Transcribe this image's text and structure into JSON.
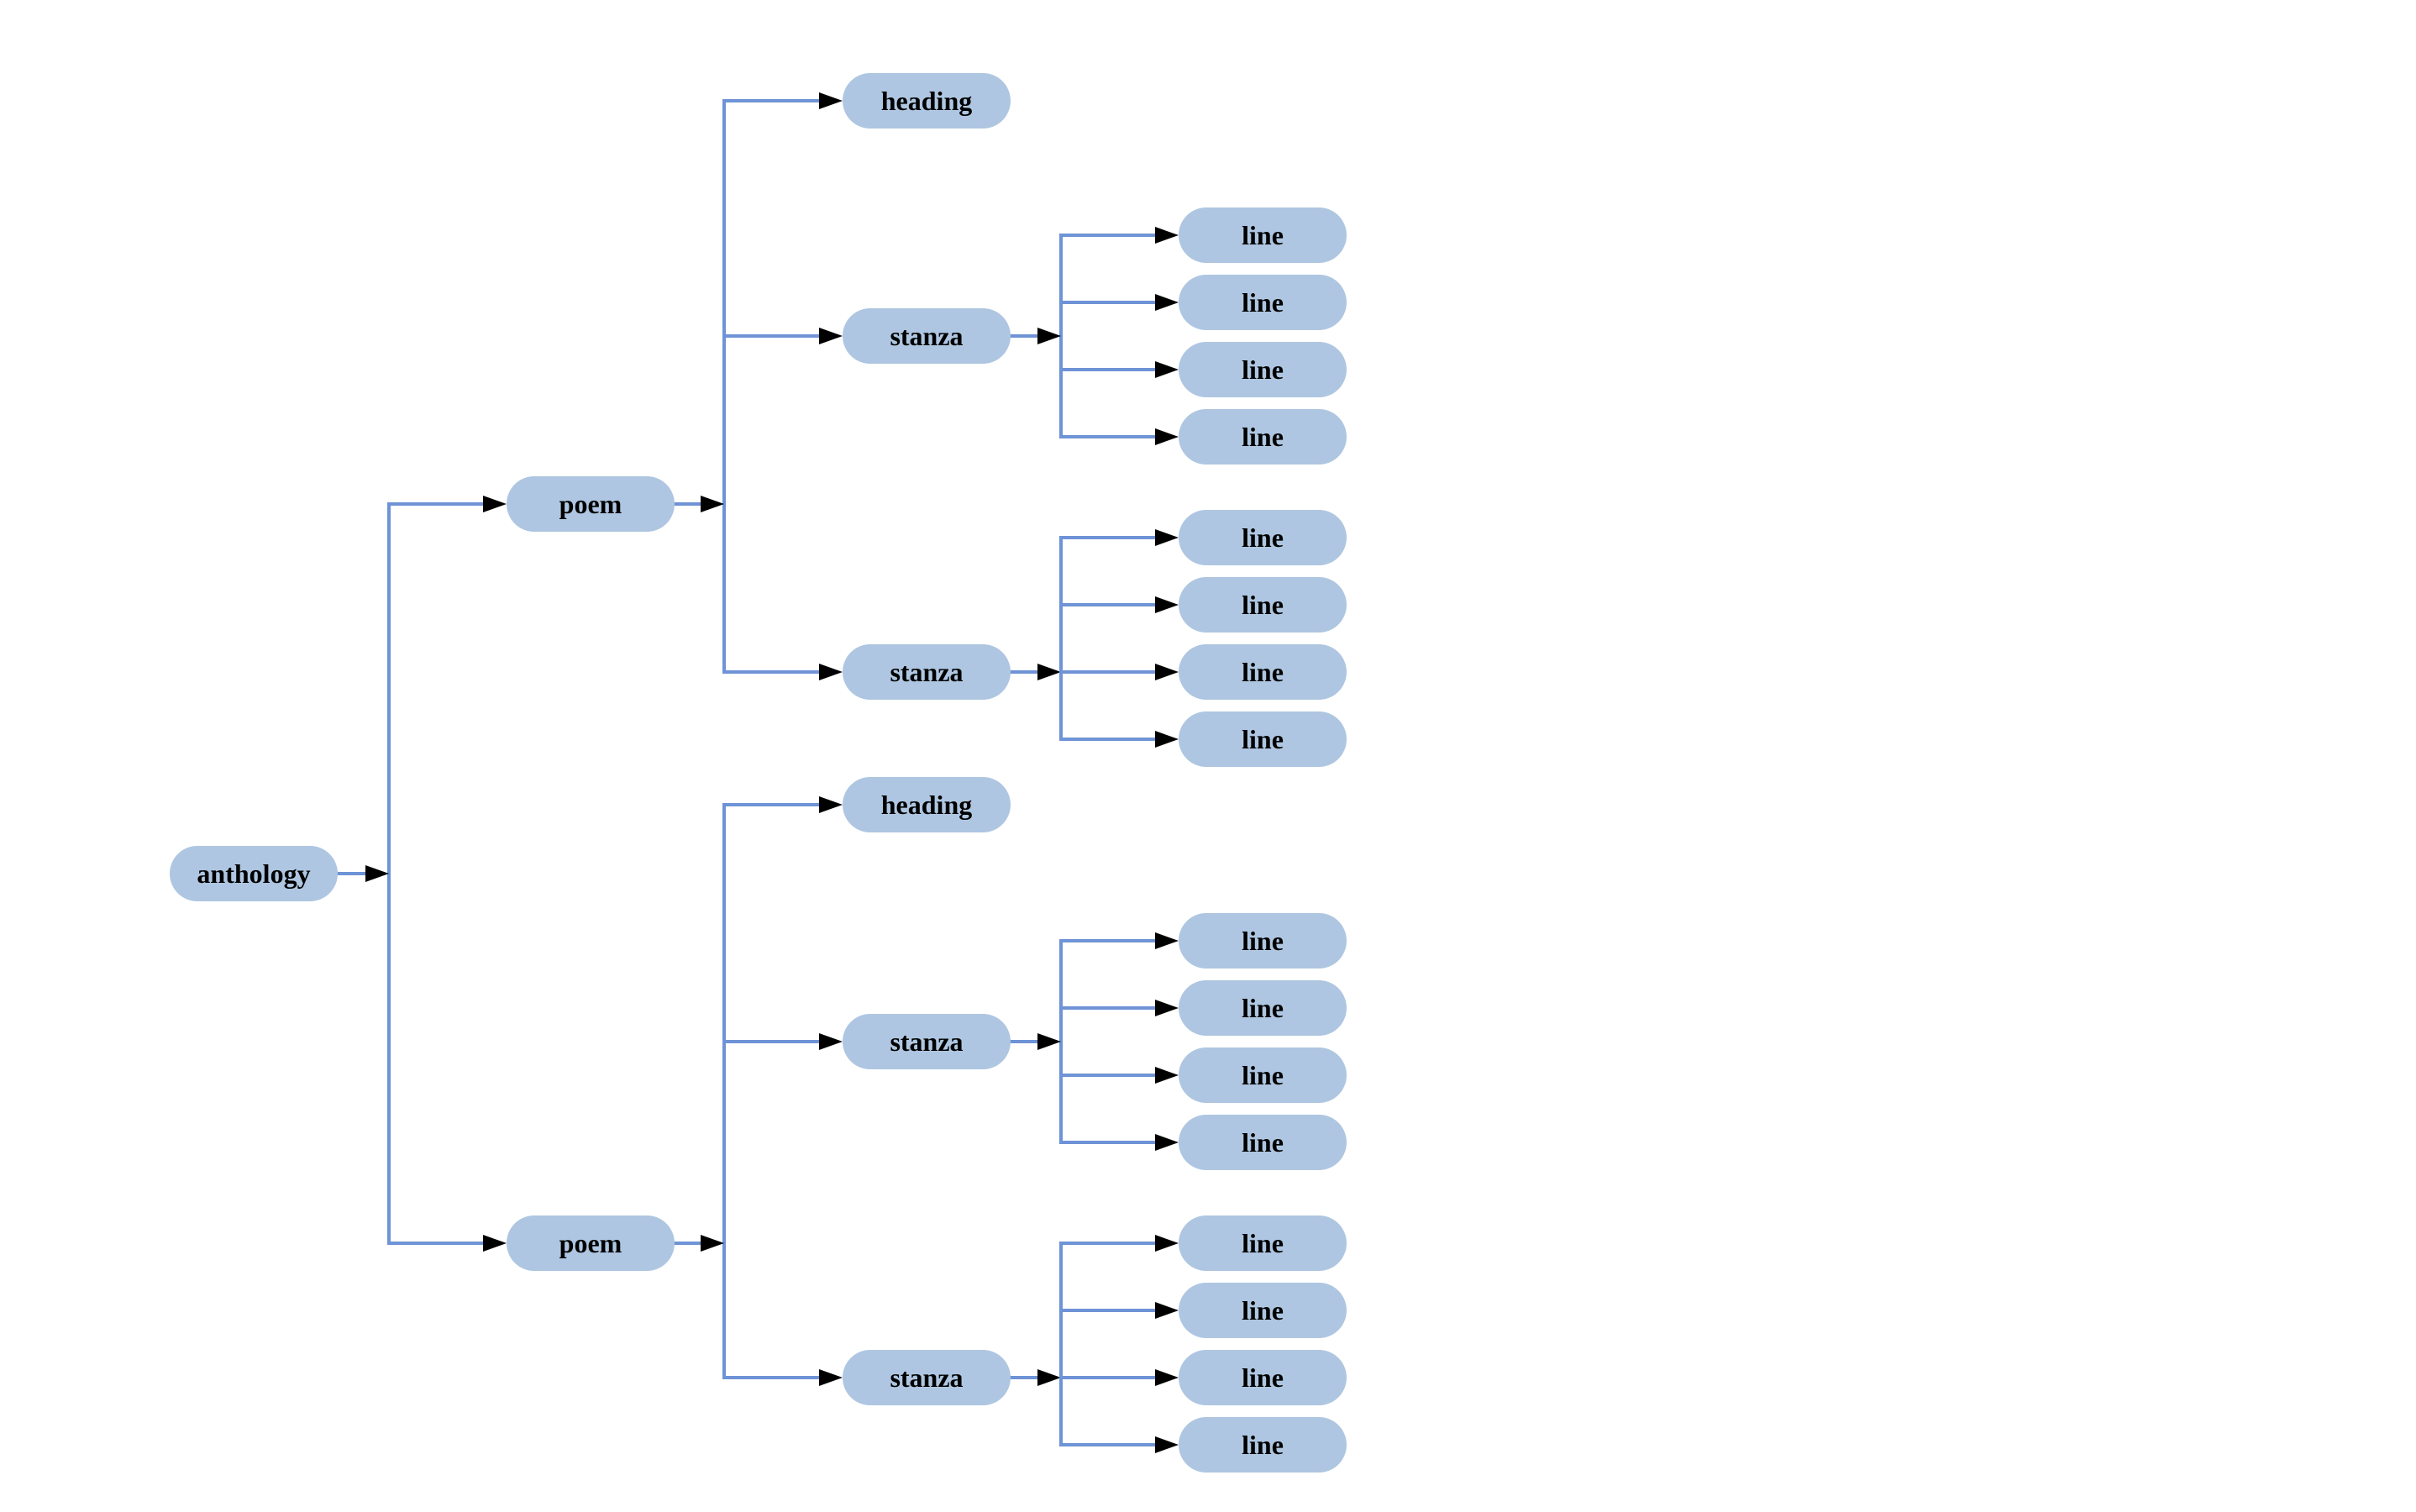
{
  "diagram": {
    "node_labels": {
      "anthology": "anthology",
      "poem": "poem",
      "heading": "heading",
      "stanza": "stanza",
      "line": "line"
    },
    "structure": {
      "label": "anthology",
      "children": [
        {
          "label": "poem",
          "children": [
            {
              "label": "heading",
              "children": []
            },
            {
              "label": "stanza",
              "children": [
                {
                  "label": "line"
                },
                {
                  "label": "line"
                },
                {
                  "label": "line"
                },
                {
                  "label": "line"
                }
              ]
            },
            {
              "label": "stanza",
              "children": [
                {
                  "label": "line"
                },
                {
                  "label": "line"
                },
                {
                  "label": "line"
                },
                {
                  "label": "line"
                }
              ]
            }
          ]
        },
        {
          "label": "poem",
          "children": [
            {
              "label": "heading",
              "children": []
            },
            {
              "label": "stanza",
              "children": [
                {
                  "label": "line"
                },
                {
                  "label": "line"
                },
                {
                  "label": "line"
                },
                {
                  "label": "line"
                }
              ]
            },
            {
              "label": "stanza",
              "children": [
                {
                  "label": "line"
                },
                {
                  "label": "line"
                },
                {
                  "label": "line"
                },
                {
                  "label": "line"
                }
              ]
            }
          ]
        }
      ]
    },
    "colors": {
      "node_fill": "#aec6e1",
      "edge_line": "#6e93d6",
      "arrowhead": "#000000",
      "text": "#000000",
      "background": "#ffffff"
    }
  }
}
